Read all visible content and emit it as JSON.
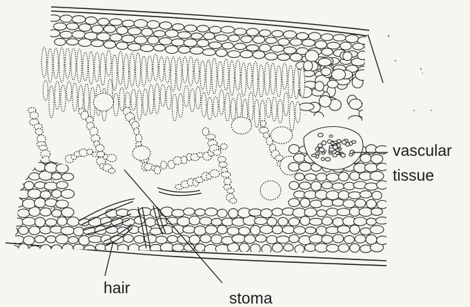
{
  "labels": {
    "vascular_line1": "vascular",
    "vascular_line2": "tissue",
    "hair": "hair",
    "stoma": "stoma"
  },
  "colors": {
    "background": "#f6f5f2",
    "ink": "#1c1c1c"
  }
}
